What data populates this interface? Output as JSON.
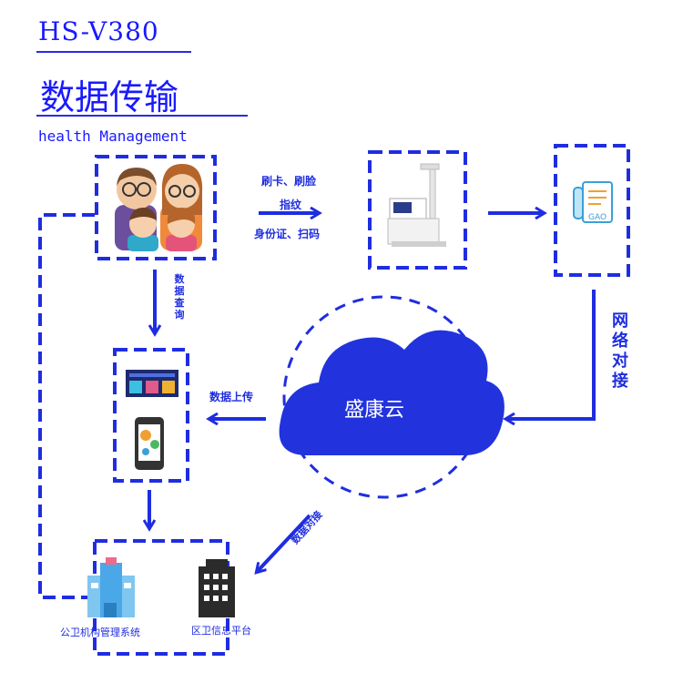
{
  "header": {
    "model": "HS-V380",
    "title": "数据传输",
    "subtitle": "health Management"
  },
  "labels": {
    "input_methods_line1": "刷卡、刷脸",
    "input_methods_line2": "指纹",
    "input_methods_line3": "身份证、扫码",
    "data_query": "数据查询",
    "data_upload": "数据上传",
    "network_link": "网络对接",
    "data_link": "数据对接",
    "cloud": "盛康云",
    "public_health_system": "公卫机构管理系统",
    "regional_health_platform": "区卫信息平台"
  },
  "colors": {
    "accent": "#1f2de0",
    "cloud": "#2233dd"
  }
}
